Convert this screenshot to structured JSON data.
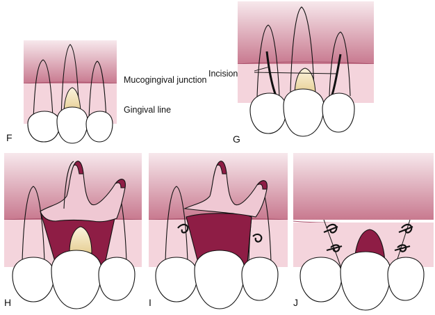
{
  "panels": [
    {
      "letter": "F"
    },
    {
      "letter": "G"
    },
    {
      "letter": "H"
    },
    {
      "letter": "I"
    },
    {
      "letter": "J"
    }
  ],
  "labels": {
    "mucogingival_junction": "Mucogingival junction",
    "gingival_line": "Gingival line",
    "incision": "Incision"
  },
  "colors": {
    "alveolar_mucosa": "#c8798f",
    "mucosa_fade": "#f3dfe5",
    "attached_gingiva": "#f4d4dc",
    "flap_dark": "#8e1d45",
    "flap_light": "#efc8d3",
    "exposed_root": "#f2e3b9",
    "tooth": "#ffffff",
    "outline": "#111111"
  }
}
